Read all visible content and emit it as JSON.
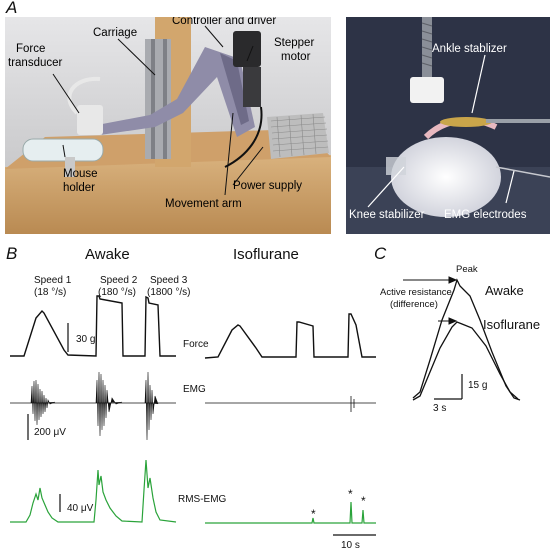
{
  "panel_a": {
    "letter": "A",
    "left_photo_labels": {
      "carriage": "Carriage",
      "controller": "Controller and driver",
      "force_transducer": [
        "Force",
        "transducer"
      ],
      "stepper_motor": [
        "Stepper",
        "motor"
      ],
      "mouse_holder": [
        "Mouse",
        "holder"
      ],
      "power_supply": "Power supply",
      "movement_arm": "Movement arm"
    },
    "right_photo_labels": {
      "ankle_stabilizer": "Ankle stablizer",
      "knee_stabilizer": "Knee stabilizer",
      "emg_electrodes": "EMG electrodes"
    }
  },
  "panel_b": {
    "letter": "B",
    "awake_title": "Awake",
    "iso_title": "Isoflurane",
    "speeds": [
      {
        "name": "Speed 1",
        "value": "(18 °/s)"
      },
      {
        "name": "Speed 2",
        "value": "(180 °/s)"
      },
      {
        "name": "Speed 3",
        "value": "(1800 °/s)"
      }
    ],
    "row_labels": {
      "force": "Force",
      "emg": "EMG",
      "rms": "RMS-EMG"
    },
    "scale_bars": {
      "force": "30 g",
      "emg": "200 μV",
      "rms": "40 μV",
      "time": "10 s"
    },
    "asterisk": "*",
    "colors": {
      "trace": "#111111",
      "rms_trace": "#2aa33a"
    }
  },
  "panel_c": {
    "letter": "C",
    "peak": "Peak",
    "active_resistance": [
      "Active resistance",
      "(difference)"
    ],
    "awake": "Awake",
    "iso": "Isoflurane",
    "scale_y": "15 g",
    "scale_x": "3 s"
  }
}
